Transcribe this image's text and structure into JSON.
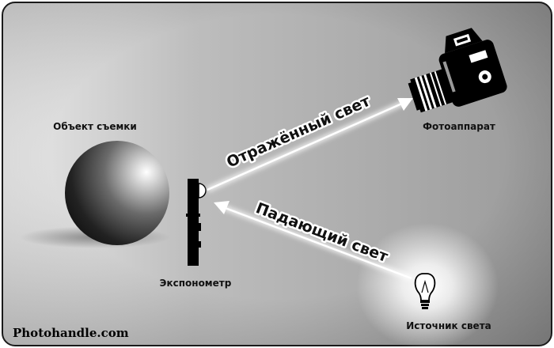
{
  "labels": {
    "subject": "Объект съемки",
    "camera": "Фотоаппарат",
    "meter": "Экспонометр",
    "light_source": "Источник света",
    "brand": "Photohandle.com"
  },
  "arrows": {
    "reflected": "Отражённый свет",
    "incident": "Падающий свет"
  },
  "icons": {
    "sphere": "sphere-icon",
    "camera": "camera-icon",
    "meter": "light-meter-icon",
    "bulb": "light-bulb-icon"
  },
  "colors": {
    "background_light": "#f2f2f2",
    "background_dark": "#8f8f8f",
    "border": "#1a1a1a",
    "ray": "#ffffff",
    "object": "#000000"
  }
}
